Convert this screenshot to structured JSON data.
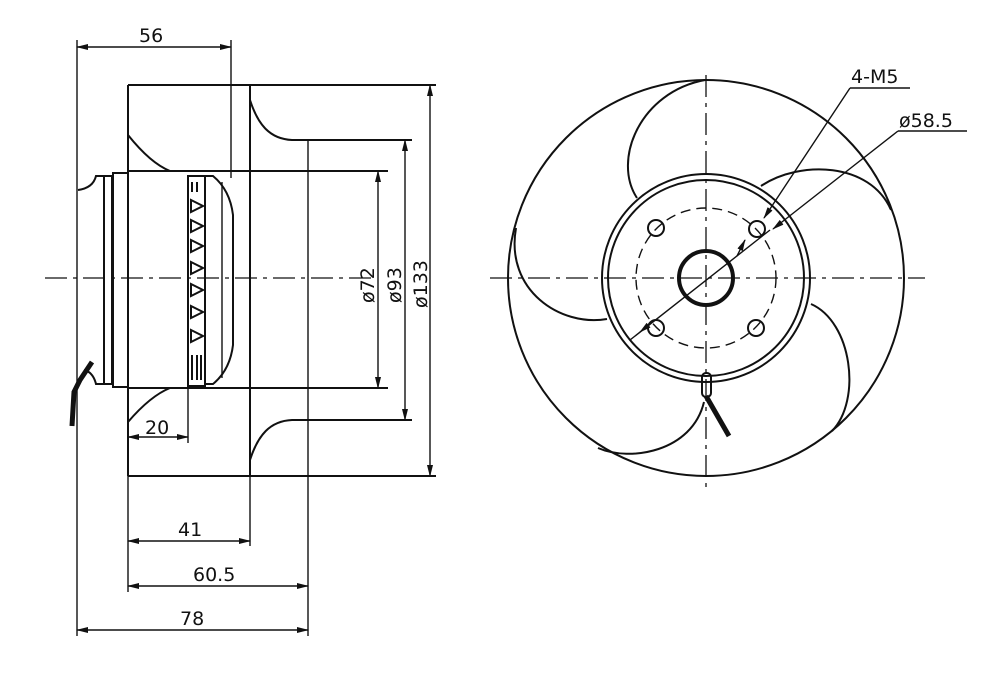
{
  "drawing": {
    "side_view": {
      "dimensions": {
        "overall_width_top": "56",
        "inlet_depth": "20",
        "impeller_depth": "41",
        "rotor_depth": "60.5",
        "overall_depth": "78",
        "dia_motor": "ø72",
        "dia_inlet": "ø93",
        "dia_impeller": "ø133"
      }
    },
    "front_view": {
      "callouts": {
        "mounting_holes": "4-M5",
        "bolt_circle": "ø58.5"
      }
    }
  }
}
